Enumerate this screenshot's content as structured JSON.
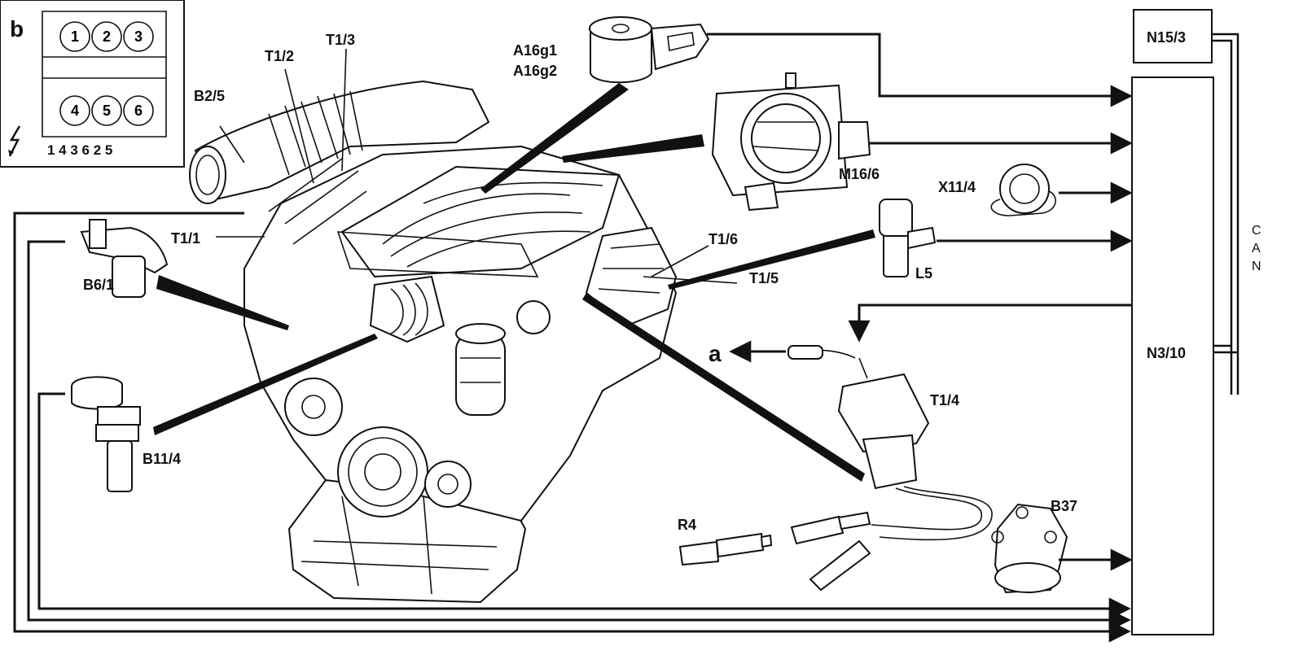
{
  "labels": {
    "inset": "b",
    "firing_order": "1 4 3 6 2 5",
    "cylinders": [
      "1",
      "2",
      "3",
      "4",
      "5",
      "6"
    ],
    "B2_5": "B2/5",
    "T1_1": "T1/1",
    "T1_2": "T1/2",
    "T1_3": "T1/3",
    "T1_4": "T1/4",
    "T1_5": "T1/5",
    "T1_6": "T1/6",
    "A16g1": "A16g1",
    "A16g2": "A16g2",
    "M16_6": "M16/6",
    "X11_4": "X11/4",
    "L5": "L5",
    "B6_1": "B6/1",
    "B11_4": "B11/4",
    "R4": "R4",
    "B37": "B37",
    "a": "a",
    "N15_3": "N15/3",
    "N3_10": "N3/10",
    "can": [
      "C",
      "A",
      "N"
    ]
  },
  "icons": [
    "lightning-icon",
    "arrow-icon"
  ]
}
